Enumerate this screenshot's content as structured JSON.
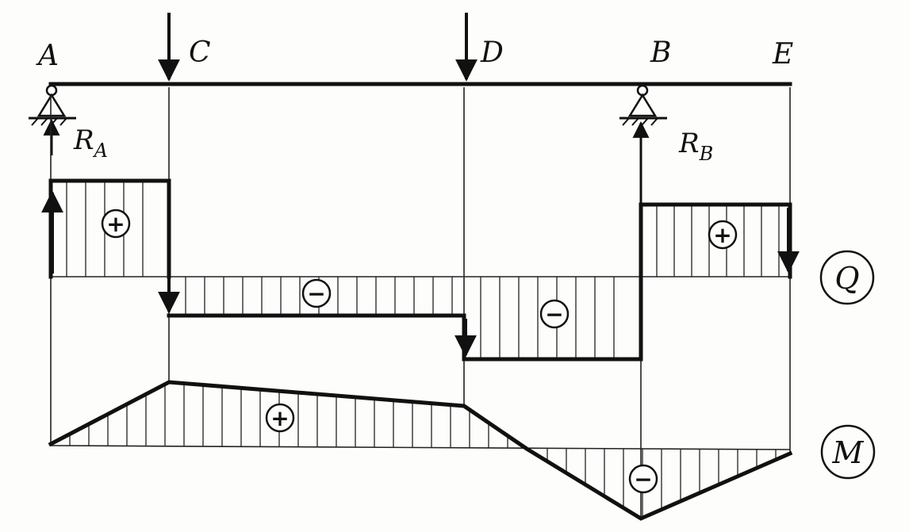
{
  "diagram": {
    "point_labels": [
      "A",
      "C",
      "D",
      "B",
      "E"
    ],
    "reaction_labels": [
      {
        "main": "R",
        "sub": "A"
      },
      {
        "main": "R",
        "sub": "B"
      }
    ],
    "shear_diagram_label": "Q",
    "moment_diagram_label": "M",
    "signs": {
      "shear_ac": "+",
      "shear_cd": "−",
      "shear_db": "−",
      "shear_be": "+",
      "moment_ad": "+",
      "moment_de": "−"
    }
  }
}
